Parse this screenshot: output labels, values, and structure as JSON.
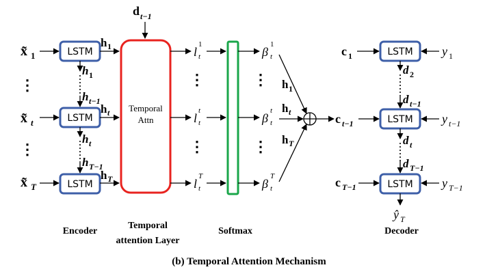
{
  "inputs": [
    "x̃",
    "x̃",
    "x̃"
  ],
  "input_subs": [
    "1",
    "t",
    "T"
  ],
  "lstm_label": "LSTM",
  "encoder": {
    "h_right": [
      {
        "base": "h",
        "sub": "1"
      },
      {
        "base": "h",
        "sub": "t"
      },
      {
        "base": "h",
        "sub": "T"
      }
    ],
    "h_down": [
      {
        "base": "h",
        "sub": "1"
      },
      {
        "base": "h",
        "sub": "t−1"
      },
      {
        "base": "h",
        "sub": "t"
      },
      {
        "base": "h",
        "sub": "T−1"
      }
    ],
    "label": "Encoder"
  },
  "d_top": {
    "base": "d",
    "sub": "t−1"
  },
  "attn": {
    "line1": "Temporal",
    "line2": "Attn",
    "label_line1": "Temporal",
    "label_line2": "attention Layer"
  },
  "l_terms": [
    {
      "base": "l",
      "sub": "t",
      "sup": "1"
    },
    {
      "base": "l",
      "sub": "t",
      "sup": "t"
    },
    {
      "base": "l",
      "sub": "t",
      "sup": "T"
    }
  ],
  "softmax_label": "Softmax",
  "betas": [
    {
      "base": "β",
      "sub": "t",
      "sup": "1"
    },
    {
      "base": "β",
      "sub": "t",
      "sup": "t"
    },
    {
      "base": "β",
      "sub": "t",
      "sup": "T"
    }
  ],
  "sum_h": [
    {
      "base": "h",
      "sub": "1"
    },
    {
      "base": "h",
      "sub": "t"
    },
    {
      "base": "h",
      "sub": "T"
    }
  ],
  "sum_symbol": "⊕",
  "dots_v": "⋮",
  "context": {
    "base": "c",
    "sub": "t−1"
  },
  "decoder": {
    "c_inputs": [
      {
        "base": "c",
        "sub": "1"
      },
      {
        "base": "c",
        "sub": "T−1"
      }
    ],
    "y_inputs": [
      {
        "base": "y",
        "sub": "1"
      },
      {
        "base": "y",
        "sub": "t−1"
      },
      {
        "base": "y",
        "sub": "T−1"
      }
    ],
    "d_down": [
      {
        "base": "d",
        "sub": "2"
      },
      {
        "base": "d",
        "sub": "t−1"
      },
      {
        "base": "d",
        "sub": "t"
      },
      {
        "base": "d",
        "sub": "T−1"
      }
    ],
    "output": {
      "base": "ŷ",
      "sub": "T"
    },
    "label": "Decoder"
  },
  "caption": "(b) Temporal Attention Mechanism",
  "colors": {
    "lstm_border": "#3e5fa8",
    "attn_border": "#e8231f",
    "softmax_border": "#1aa64a"
  }
}
